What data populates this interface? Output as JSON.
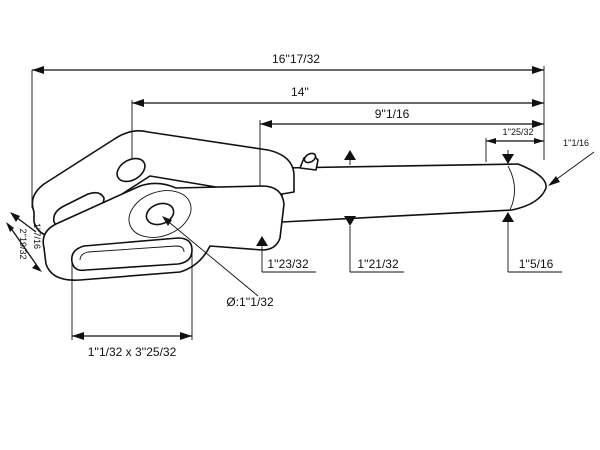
{
  "drawing": {
    "dimensions": {
      "overall_length": "16''17/32",
      "length_14": "14''",
      "length_9": "9''1/16",
      "tip_length": "1''25/32",
      "tip_diameter": "1''1/16",
      "height_small": "1''7/16",
      "height_large": "2''19/32",
      "neck_diameter": "1''23/32",
      "shaft_diameter": "1''21/32",
      "end_diameter": "1''5/16",
      "hole_diameter": "Ø:1''1/32",
      "slot_size": "1''1/32 x 3''25/32"
    },
    "colors": {
      "line": "#111111",
      "background": "#ffffff"
    }
  }
}
